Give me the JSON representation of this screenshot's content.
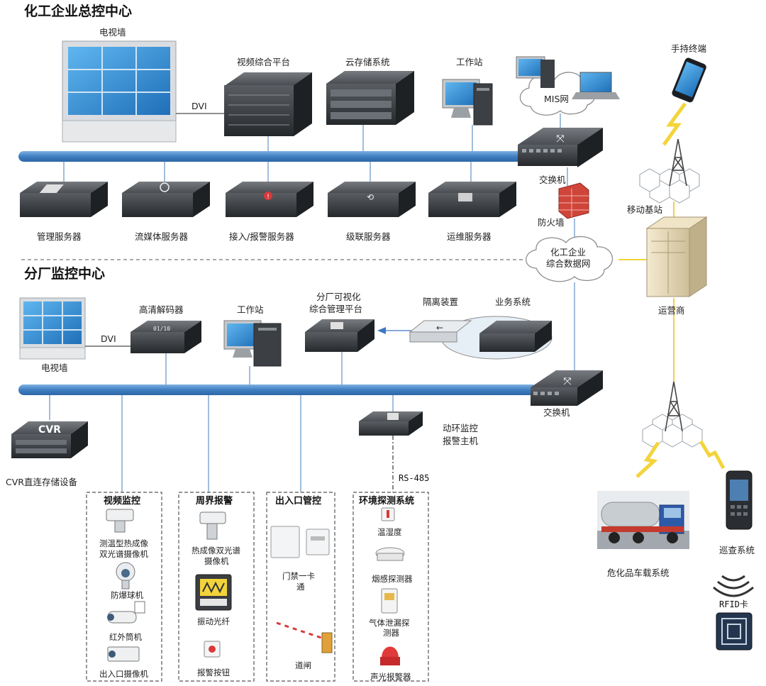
{
  "colors": {
    "bus": "#4a86c6",
    "device_dark": "#2f3236",
    "device_mid": "#474b50",
    "wire": "#6f9bc8",
    "yellow_link": "#f3d43a",
    "screen_blue": "#2b8fd6",
    "firewall": "#d0453a"
  },
  "hq": {
    "title": "化工企业总控中心",
    "tv_wall": "电视墙",
    "dvi": "DVI",
    "video_platform": "视频综合平台",
    "cloud_storage": "云存储系统",
    "workstation": "工作站",
    "mis": "MIS网",
    "handheld": "手持终端",
    "switch": "交换机",
    "servers": [
      "管理服务器",
      "流媒体服务器",
      "接入/报警服务器",
      "级联服务器",
      "运维服务器"
    ],
    "firewall": "防火墙",
    "base_station": "移动基站",
    "network_cloud_1": "化工企业",
    "network_cloud_2": "综合数据网",
    "carrier": "运营商"
  },
  "branch": {
    "title": "分厂监控中心",
    "hd_decoder": "高清解码器",
    "workstation": "工作站",
    "platform_1": "分厂可视化",
    "platform_2": "综合管理平台",
    "isolation": "隔离装置",
    "business": "业务系统",
    "tv_wall": "电视墙",
    "dvi": "DVI",
    "switch": "交换机",
    "cvr_badge": "CVR",
    "cvr": "CVR直连存储设备",
    "alarm_host_1": "动环监控",
    "alarm_host_2": "报警主机",
    "rs485": "RS-485"
  },
  "groups": {
    "video": {
      "title": "视频监控",
      "items": [
        "测温型热成像",
        "双光谱摄像机",
        "防爆球机",
        "红外筒机",
        "出入口摄像机"
      ]
    },
    "perimeter": {
      "title": "周界报警",
      "items": [
        "热成像双光谱",
        "摄像机",
        "振动光纤",
        "报警按钮"
      ]
    },
    "access": {
      "title": "出入口管控",
      "items": [
        "门禁一卡",
        "通",
        "道闸"
      ]
    },
    "env": {
      "title": "环境探测系统",
      "items": [
        "温湿度",
        "烟感探测器",
        "气体泄漏探",
        "测器",
        "声光报警器"
      ]
    }
  },
  "mobile": {
    "vehicle": "危化品车载系统",
    "patrol": "巡查系统",
    "rfid": "RFID卡"
  }
}
